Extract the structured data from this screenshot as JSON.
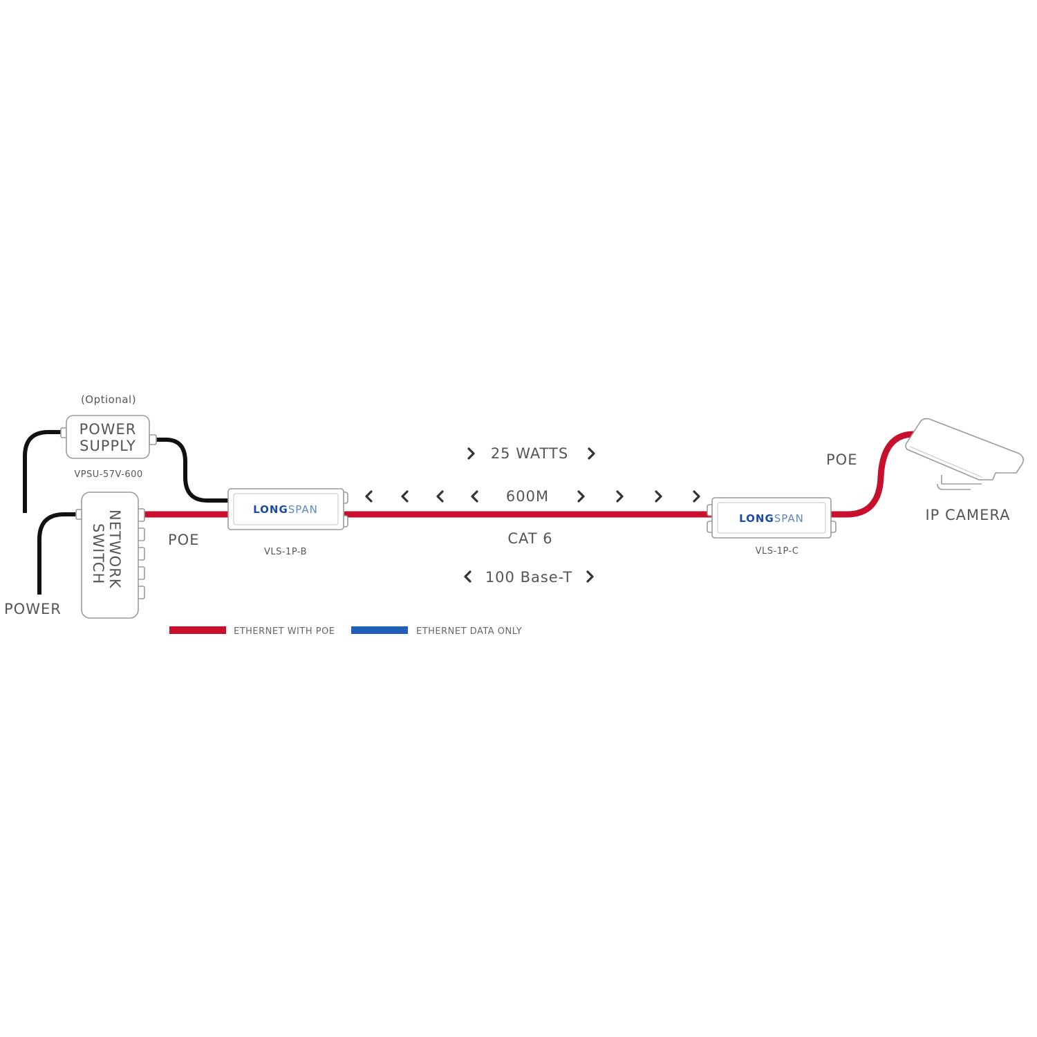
{
  "colors": {
    "poe_cable": "#c8102e",
    "data_cable": "#1f5fb8",
    "power_cable": "#111111",
    "brand_long": "#1a4aa8",
    "brand_span": "#5b86c9"
  },
  "power_supply": {
    "optional_label": "(Optional)",
    "line1": "POWER",
    "line2": "SUPPLY",
    "model": "VPSU-57V-600"
  },
  "network_switch": {
    "line1": "NETWORK",
    "line2": "SWITCH"
  },
  "power_label": "POWER",
  "left_poe_label": "POE",
  "right_poe_label": "POE",
  "transmitter": {
    "brand_long": "LONG",
    "brand_span": "SPAN",
    "model": "VLS-1P-B"
  },
  "receiver": {
    "brand_long": "LONG",
    "brand_span": "SPAN",
    "model": "VLS-1P-C"
  },
  "watts_label": "25 WATTS",
  "distance_label": "600M",
  "cable_label": "CAT 6",
  "speed_label": "100 Base-T",
  "camera_label": "IP CAMERA",
  "legend": {
    "poe": "ETHERNET WITH POE",
    "data": "ETHERNET DATA ONLY"
  },
  "icons": [
    "chevron-left-icon",
    "chevron-right-icon",
    "ip-camera-icon"
  ]
}
